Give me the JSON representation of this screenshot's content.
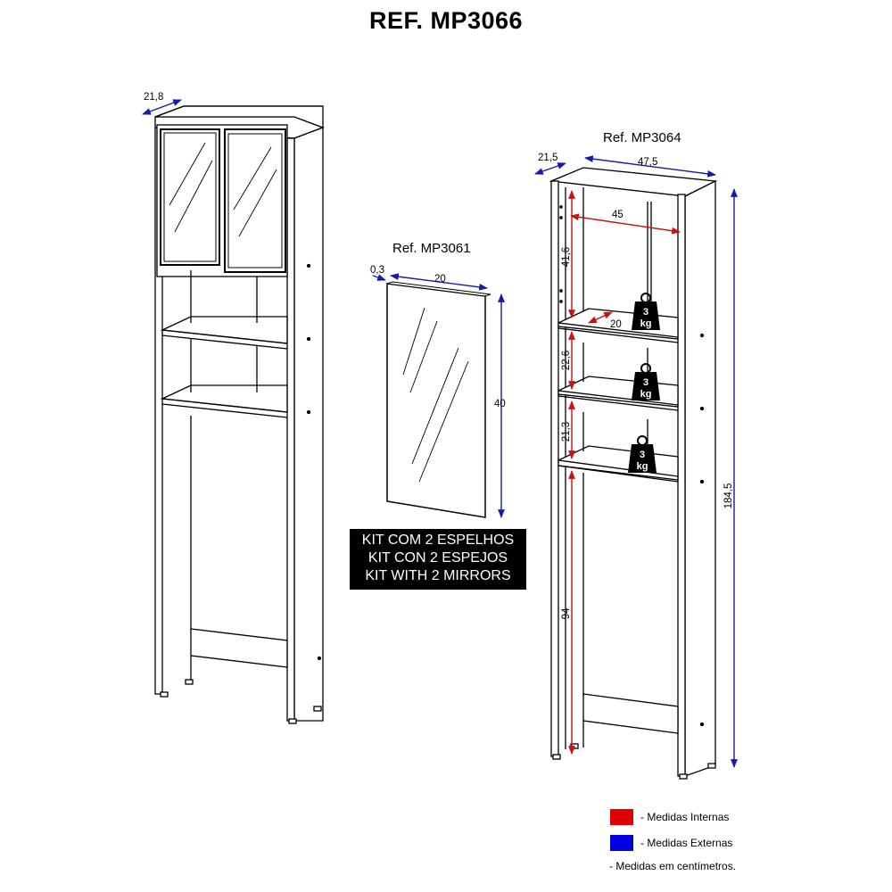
{
  "title": "REF. MP3066",
  "left_unit": {
    "depth_label": "21,8"
  },
  "mirror": {
    "ref": "Ref. MP3061",
    "thickness_label": "0,3",
    "width_label": "20",
    "height_label": "40"
  },
  "kit": {
    "line1": "KIT COM 2 ESPELHOS",
    "line2": "KIT CON 2 ESPEJOS",
    "line3": "KIT WITH 2 MIRRORS"
  },
  "right_unit": {
    "ref": "Ref. MP3064",
    "depth_label": "21,5",
    "width_label": "47,5",
    "internal_width_label": "45",
    "height_label": "184,5",
    "upper_label": "41,6",
    "shelf_depth_label": "20",
    "middle_label": "22,6",
    "lower_label": "21,3",
    "bottom_label": "94",
    "weight_label_1": "3\nkg",
    "weight_num": "3",
    "weight_unit": "kg"
  },
  "legend": {
    "internal": "- Medidas Internas",
    "external": "- Medidas Externas",
    "note": "- Medidas em centímetros.",
    "internal_color": "#e00000",
    "external_color": "#0000e0"
  }
}
